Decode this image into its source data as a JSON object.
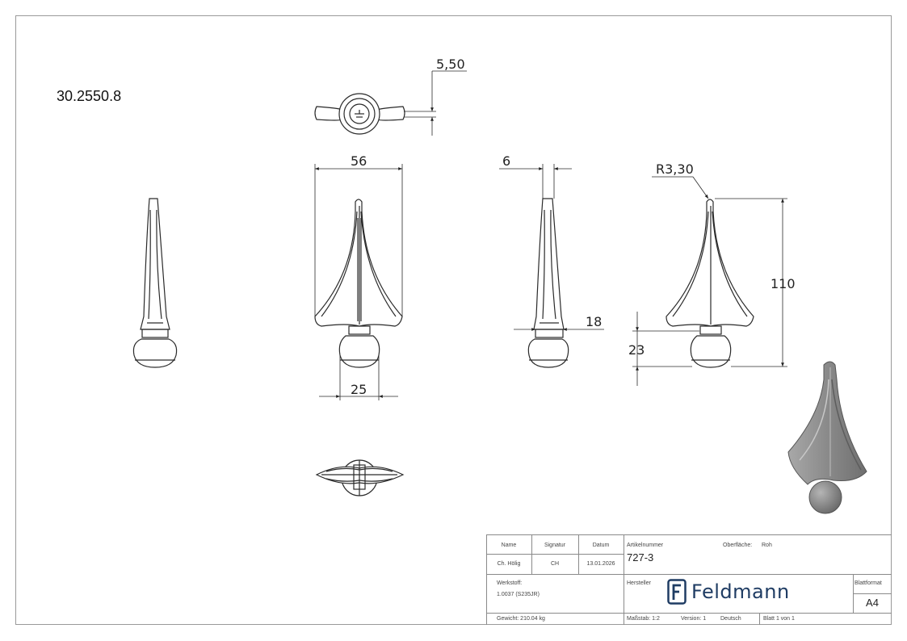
{
  "part_number": "30.2550.8",
  "dimensions": {
    "top_thickness": "5,50",
    "width": "56",
    "thickness": "6",
    "radius": "R3,30",
    "height": "110",
    "ball_width": "25",
    "neck": "18",
    "ball_height": "23"
  },
  "title_block": {
    "headers": {
      "name": "Name",
      "signatur": "Signatur",
      "datum": "Datum"
    },
    "row": {
      "name": "Ch. Hölig",
      "signatur": "CH",
      "datum": "13.01.2026"
    },
    "artikelnummer_label": "Artikelnummer",
    "artikelnummer": "727-3",
    "oberflaeche_label": "Oberfläche:",
    "oberflaeche": "Roh",
    "werkstoff_label": "Werkstoff:",
    "werkstoff": "1.0037 (S235JR)",
    "hersteller_label": "Hersteller",
    "logo_text": "Feldmann",
    "blattformat_label": "Blattformat",
    "blattformat": "A4",
    "gewicht": "Gewicht: 210.04 kg",
    "massstab": "Maßstab: 1:2",
    "version": "Version: 1",
    "sprache": "Deutsch",
    "blatt": "Blatt 1 von 1"
  },
  "colors": {
    "line": "#2a2a2a",
    "frame": "#9a9a9a",
    "logo": "#1f3c63",
    "render": "#8c8c8c"
  }
}
